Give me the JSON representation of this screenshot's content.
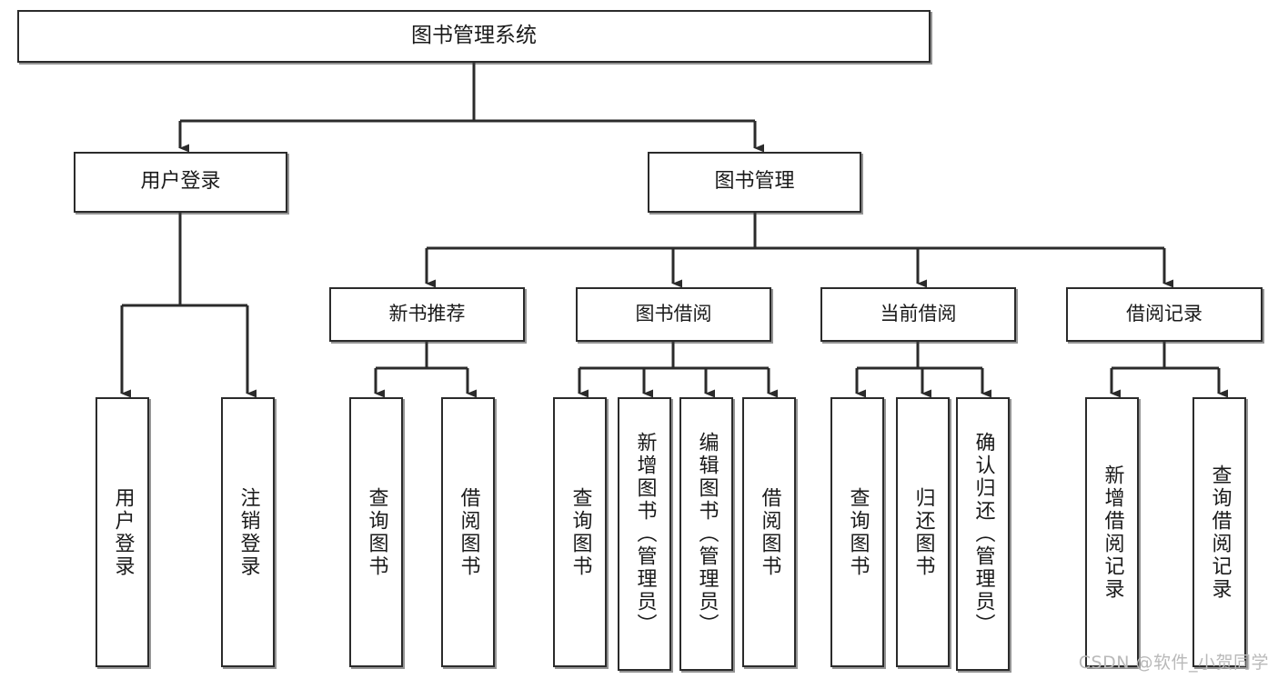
{
  "diagram": {
    "title": "图书管理系统",
    "type": "tree-hierarchy",
    "watermark": "CSDN @软件_小贺同学",
    "colors": {
      "background": "#ffffff",
      "node_fill": "#ffffff",
      "node_border": "#2b2b2b",
      "edge": "#2b2b2b",
      "text": "#1a1a1a",
      "watermark": "#b9b9b9"
    },
    "root": {
      "id": "root",
      "label": "图书管理系统"
    },
    "level2": [
      {
        "id": "user-login",
        "label": "用户登录"
      },
      {
        "id": "book-manage",
        "label": "图书管理"
      }
    ],
    "level3": [
      {
        "id": "new-book-recommend",
        "label": "新书推荐",
        "parent": "book-manage"
      },
      {
        "id": "book-borrow",
        "label": "图书借阅",
        "parent": "book-manage"
      },
      {
        "id": "current-borrow",
        "label": "当前借阅",
        "parent": "book-manage"
      },
      {
        "id": "borrow-record",
        "label": "借阅记录",
        "parent": "book-manage"
      }
    ],
    "leaves": [
      {
        "id": "leaf-user-login",
        "label": "用户登录",
        "parent": "user-login"
      },
      {
        "id": "leaf-logout-login",
        "label": "注销登录",
        "parent": "user-login"
      },
      {
        "id": "leaf-query-book-1",
        "label": "查询图书",
        "parent": "new-book-recommend"
      },
      {
        "id": "leaf-borrow-book-1",
        "label": "借阅图书",
        "parent": "new-book-recommend"
      },
      {
        "id": "leaf-query-book-2",
        "label": "查询图书",
        "parent": "book-borrow"
      },
      {
        "id": "leaf-add-book",
        "label": "新增图书（管理员）",
        "parent": "book-borrow"
      },
      {
        "id": "leaf-edit-book",
        "label": "编辑图书（管理员）",
        "parent": "book-borrow"
      },
      {
        "id": "leaf-borrow-book-2",
        "label": "借阅图书",
        "parent": "book-borrow"
      },
      {
        "id": "leaf-query-book-3",
        "label": "查询图书",
        "parent": "current-borrow"
      },
      {
        "id": "leaf-return-book",
        "label": "归还图书",
        "parent": "current-borrow"
      },
      {
        "id": "leaf-confirm-return",
        "label": "确认归还（管理员）",
        "parent": "current-borrow"
      },
      {
        "id": "leaf-add-record",
        "label": "新增借阅记录",
        "parent": "borrow-record"
      },
      {
        "id": "leaf-query-record",
        "label": "查询借阅记录",
        "parent": "borrow-record"
      }
    ]
  }
}
